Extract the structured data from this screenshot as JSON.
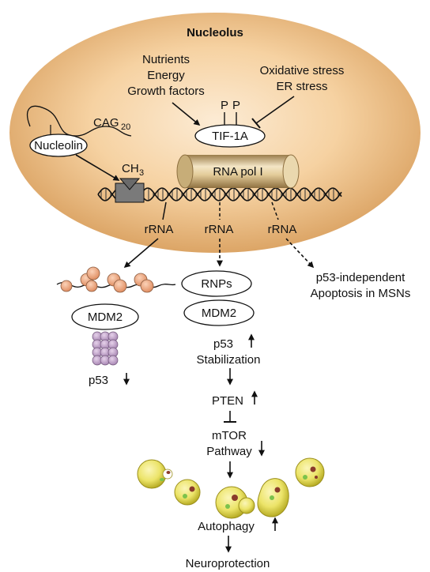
{
  "nucleolus": {
    "title": "Nucleolus",
    "inputs_left": [
      "Nutrients",
      "Energy",
      "Growth factors"
    ],
    "inputs_right": [
      "Oxidative stress",
      "ER stress"
    ],
    "phospho_labels": [
      "P",
      "P"
    ],
    "tif": "TIF-1A",
    "cag_main": "CAG",
    "cag_sub": "20",
    "nucleolin": "Nucleolin",
    "methyl_main": "CH",
    "methyl_sub": "3",
    "polymerase": "RNA pol I",
    "rrna_labels": [
      "rRNA",
      "rRNA",
      "rRNA"
    ]
  },
  "left_branch": {
    "mdm2": "MDM2",
    "p53": "p53"
  },
  "middle_branch": {
    "rnps": "RNPs",
    "mdm2": "MDM2",
    "p53_stab": [
      "p53",
      "Stabilization"
    ],
    "pten": "PTEN",
    "mtor": [
      "mTOR",
      "Pathway"
    ],
    "autophagy": "Autophagy",
    "outcome": "Neuroprotection"
  },
  "right_branch": {
    "outcome": [
      "p53-independent",
      "Apoptosis in MSNs"
    ]
  },
  "colors": {
    "nucleolus_center": "#fbe4c6",
    "nucleolus_edge": "#dca566",
    "ribosome": "#eba27c",
    "proteasome": "#c8a8cf",
    "cell": "#e9e063"
  }
}
